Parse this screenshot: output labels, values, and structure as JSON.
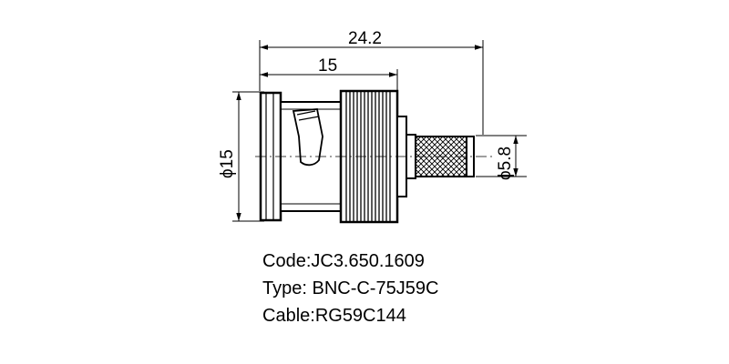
{
  "dimensions": {
    "overall_length": "24.2",
    "body_length": "15",
    "body_diameter": "ϕ15",
    "crimp_diameter": "ϕ5.8"
  },
  "specs": {
    "code": "Code:JC3.650.1609",
    "type": "Type: BNC-C-75J59C",
    "cable": "Cable:RG59C144"
  }
}
